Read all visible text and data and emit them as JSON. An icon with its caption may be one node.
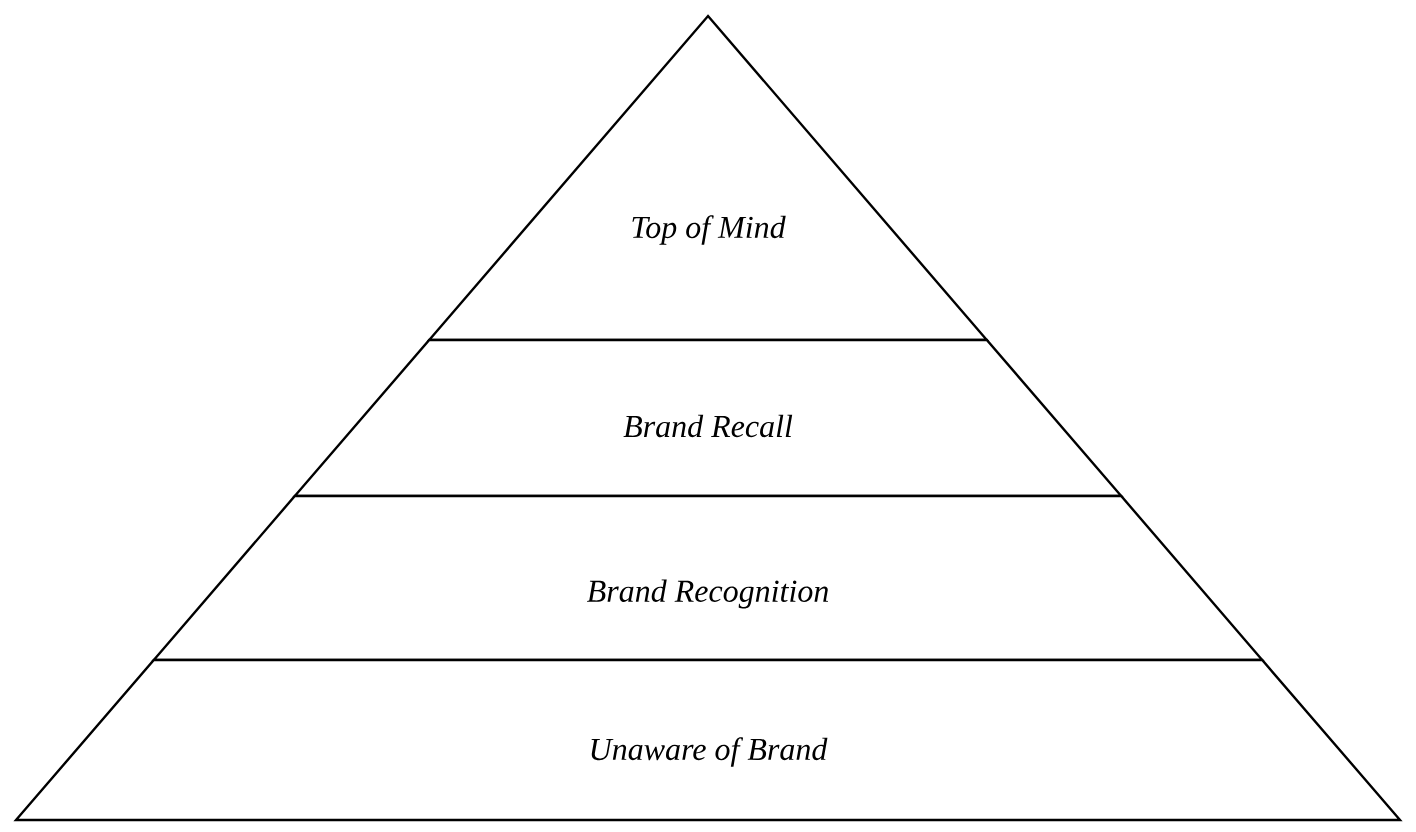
{
  "diagram": {
    "nodes": [
      {
        "text": [
          "Top of Mind"
        ]
      },
      {
        "text": [
          "Brand Recall"
        ]
      },
      {
        "text": [
          "Brand Recognition"
        ]
      },
      {
        "text": [
          "Unaware of Brand"
        ]
      }
    ]
  }
}
